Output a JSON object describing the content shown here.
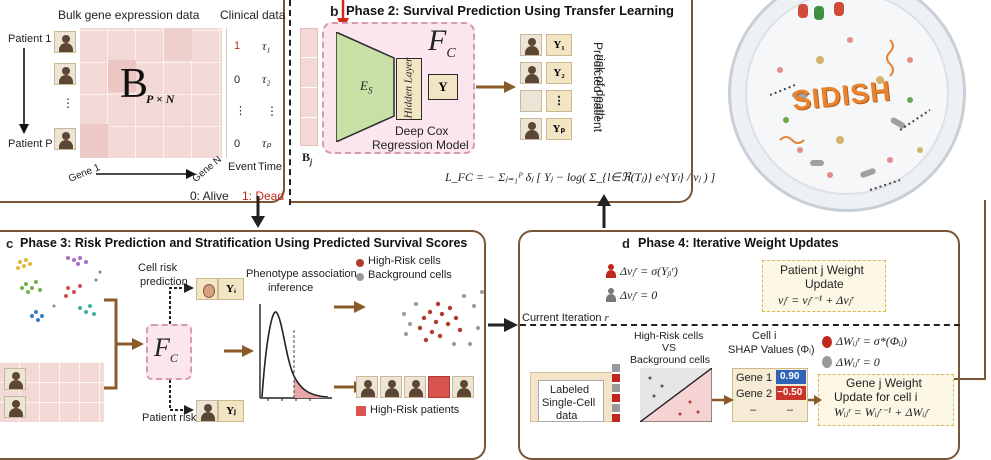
{
  "panel_a": {
    "bulk_title": "Bulk gene expression data",
    "clinical_title": "Clinical data",
    "patient_first": "Patient 1",
    "patient_last": "Patient P",
    "matrix_label": "B",
    "matrix_sub": "P × N",
    "gene_first": "Gene 1",
    "gene_last": "Gene N",
    "event_label": "Event",
    "time_label": "Time",
    "events": [
      "1",
      "0",
      "⋮",
      "0"
    ],
    "times": [
      "τ₁",
      "τ₂",
      "⋮",
      "τₚ"
    ],
    "legend_alive": "0: Alive",
    "legend_dead": "1: Dead"
  },
  "panel_b": {
    "letter": "b",
    "title": "Phase 2: Survival Prediction Using Transfer Learning",
    "model_symbol": "F",
    "model_sub": "C",
    "encoder_label": "E",
    "encoder_sub": "S",
    "hidden_layer_label": "Hidden Layer",
    "y_label": "Y",
    "model_caption_line1": "Deep Cox",
    "model_caption_line2": "Regression Model",
    "bj_label": "B",
    "bj_sub": "j",
    "outputs": [
      "Y₁",
      "Y₂",
      "⋮",
      "Yₚ"
    ],
    "predicted_line1": "Predicted patient",
    "predicted_line2": "risk of death",
    "loss_formula": "L_FC = − Σⱼ₌₁ᴾ δⱼ [ Yⱼ − log( Σ_{l∈ℜ(Tⱼ)} e^{Yₗ} / vⱼ ) ]"
  },
  "panel_c": {
    "letter": "c",
    "title": "Phase 3: Risk Prediction and Stratification Using Predicted Survival Scores",
    "cell_risk_line1": "Cell risk",
    "cell_risk_line2": "prediction",
    "cell_y": "Yᵢ",
    "patient_risk": "Patient risk",
    "patient_y": "Yⱼ",
    "model_symbol": "F",
    "model_sub": "C",
    "phenotype_line1": "Phenotype association",
    "phenotype_line2": "inference",
    "legend_high": "High-Risk cells",
    "legend_background": "Background cells",
    "legend_high_patients": "High-Risk patients"
  },
  "panel_d": {
    "letter": "d",
    "title": "Phase 4: Iterative Weight Updates",
    "iteration_label": "Current Iteration",
    "iteration_symbol": "r",
    "eq_high": "Δvⱼʳ = σ(Yᵦʳ)",
    "eq_background": "Δvⱼʳ = 0",
    "patient_weight_line1": "Patient j Weight",
    "patient_weight_line2": "Update",
    "patient_weight_eq": "vⱼʳ = vⱼʳ⁻¹ + Δvⱼʳ",
    "labeled_line1": "Labeled",
    "labeled_line2": "Single-Cell",
    "labeled_line3": "data",
    "vs_line1": "High-Risk cells",
    "vs_line2": "VS",
    "vs_line3": "Background cells",
    "shap_line1": "Cell i",
    "shap_line2": "SHAP Values (Φᵢ)",
    "shap_rows": [
      {
        "gene": "Gene 1",
        "value": "0.90"
      },
      {
        "gene": "Gene 2",
        "value": "−0.50"
      },
      {
        "gene": "–",
        "value": "–"
      }
    ],
    "eq_w_high": "ΔWᵢⱼʳ = σ*(Φᵢⱼ)",
    "eq_w_zero": "ΔWᵢⱼʳ = 0",
    "gene_weight_line1": "Gene j Weight",
    "gene_weight_line2": "Update for cell i",
    "gene_weight_eq": "Wᵢⱼʳ = Wᵢⱼʳ⁻¹ + ΔWᵢⱼʳ"
  },
  "logo_text": "SIDISH",
  "colors": {
    "panel_border": "#7a5637",
    "arrow": "#8a5a2b",
    "dead_red": "#c0281e",
    "matrix_pink": "#f3d9d6",
    "model_box": "#fbe6ef",
    "encoder_green": "#c8e0a5",
    "y_box": "#f1e5c4",
    "high_risk": "#b03a2e",
    "background_cell": "#9a9a9a",
    "shap_positive": "#2f63b5",
    "shap_negative": "#c8352a",
    "logo_orange": "#e8832f"
  }
}
